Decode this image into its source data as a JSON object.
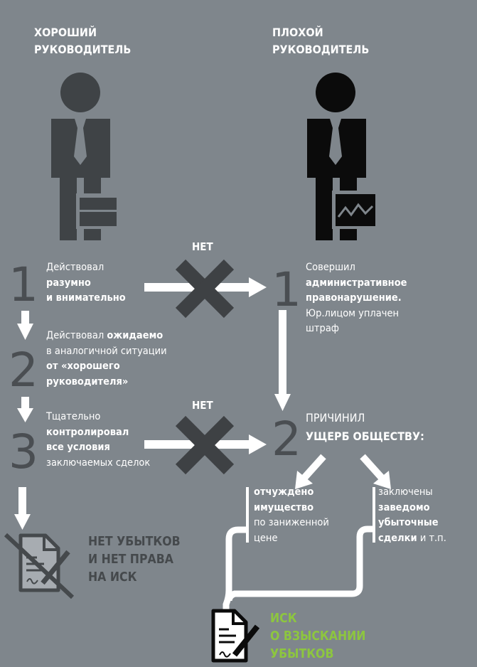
{
  "headers": {
    "good": [
      "ХОРОШИЙ",
      "РУКОВОДИТЕЛЬ"
    ],
    "bad": [
      "ПЛОХОЙ",
      "РУКОВОДИТЕЛЬ"
    ]
  },
  "no_label": "НЕТ",
  "good_steps": [
    {
      "num": "1",
      "lines": [
        [
          {
            "t": "Действовал"
          }
        ],
        [
          {
            "t": "разумно",
            "b": true
          }
        ],
        [
          {
            "t": "и внимательно",
            "b": true
          }
        ]
      ]
    },
    {
      "num": "2",
      "lines": [
        [
          {
            "t": "Действовал "
          },
          {
            "t": "ожидаемо",
            "b": true
          }
        ],
        [
          {
            "t": "в аналогичной ситуации"
          }
        ],
        [
          {
            "t": "от «хорошего",
            "b": true
          }
        ],
        [
          {
            "t": "руководителя»",
            "b": true
          }
        ]
      ]
    },
    {
      "num": "3",
      "lines": [
        [
          {
            "t": "Тщательно"
          }
        ],
        [
          {
            "t": "контролировал",
            "b": true
          }
        ],
        [
          {
            "t": "все условия",
            "b": true
          }
        ],
        [
          {
            "t": "заключаемых сделок"
          }
        ]
      ]
    }
  ],
  "bad_steps": [
    {
      "num": "1",
      "lines": [
        [
          {
            "t": "Совершил"
          }
        ],
        [
          {
            "t": "административное",
            "b": true
          }
        ],
        [
          {
            "t": "правонарушение.",
            "b": true
          }
        ],
        [
          {
            "t": "Юр.лицом уплачен"
          }
        ],
        [
          {
            "t": "штраф"
          }
        ]
      ]
    },
    {
      "num": "2",
      "lines": [
        [
          {
            "t": "ПРИЧИНИЛ"
          }
        ],
        [
          {
            "t": "УЩЕРБ ОБЩЕСТВУ:",
            "b": true
          }
        ]
      ]
    }
  ],
  "damage_items": [
    {
      "lines": [
        [
          {
            "t": "отчуждено",
            "b": true
          }
        ],
        [
          {
            "t": "имущество",
            "b": true
          }
        ],
        [
          {
            "t": "по заниженной"
          }
        ],
        [
          {
            "t": "цене"
          }
        ]
      ]
    },
    {
      "lines": [
        [
          {
            "t": "заключены"
          }
        ],
        [
          {
            "t": "заведомо",
            "b": true
          }
        ],
        [
          {
            "t": "убыточные",
            "b": true
          }
        ],
        [
          {
            "t": "сделки",
            "b": true
          },
          {
            "t": " и т.п."
          }
        ]
      ]
    }
  ],
  "outcomes": {
    "good": [
      "НЕТ УБЫТКОВ",
      "И НЕТ ПРАВА",
      "НА ИСК"
    ],
    "bad": [
      "ИСК",
      "О ВЗЫСКАНИИ",
      "УБЫТКОВ"
    ]
  },
  "colors": {
    "background": "#7f868c",
    "dark": "#45494c",
    "green": "#8dc63f",
    "white": "#ffffff"
  }
}
